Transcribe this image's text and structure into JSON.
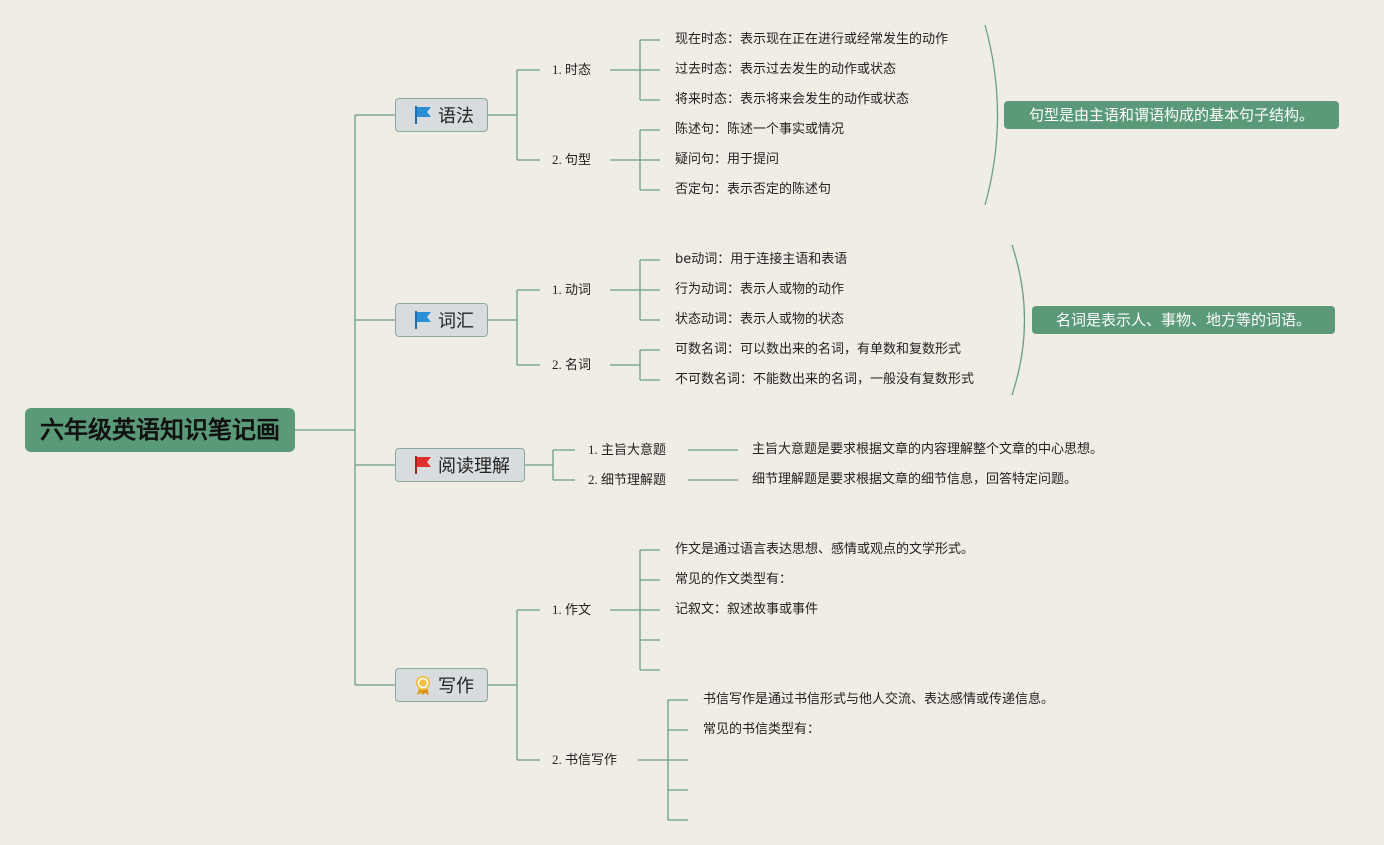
{
  "root": {
    "title": "六年级英语知识笔记画"
  },
  "topics": {
    "grammar": {
      "label": "语法",
      "icon": "blue-flag-icon"
    },
    "vocab": {
      "label": "词汇",
      "icon": "blue-flag-icon"
    },
    "reading": {
      "label": "阅读理解",
      "icon": "red-flag-icon"
    },
    "writing": {
      "label": "写作",
      "icon": "award-ribbon-icon"
    }
  },
  "subs": {
    "tense": "1. 时态",
    "sentence": "2. 句型",
    "verb": "1. 动词",
    "noun": "2. 名词",
    "main_idea": "1. 主旨大意题",
    "detail": "2. 细节理解题",
    "essay": "1. 作文",
    "letter": "2. 书信写作"
  },
  "leaves": {
    "tense": [
      "现在时态：表示现在正在进行或经常发生的动作",
      "过去时态：表示过去发生的动作或状态",
      "将来时态：表示将来会发生的动作或状态"
    ],
    "sentence": [
      "陈述句：陈述一个事实或情况",
      "疑问句：用于提问",
      "否定句：表示否定的陈述句"
    ],
    "verb": [
      "be动词：用于连接主语和表语",
      "行为动词：表示人或物的动作",
      "状态动词：表示人或物的状态"
    ],
    "noun": [
      "可数名词：可以数出来的名词，有单数和复数形式",
      "不可数名词：不能数出来的名词，一般没有复数形式"
    ],
    "main_idea": [
      "主旨大意题是要求根据文章的内容理解整个文章的中心思想。"
    ],
    "detail": [
      "细节理解题是要求根据文章的细节信息，回答特定问题。"
    ],
    "essay": [
      "作文是通过语言表达思想、感情或观点的文学形式。",
      "常见的作文类型有：",
      "记叙文：叙述故事或事件",
      "",
      ""
    ],
    "letter": [
      "书信写作是通过书信形式与他人交流、表达感情或传递信息。",
      "常见的书信类型有：",
      "",
      "",
      ""
    ]
  },
  "summaries": {
    "grammar": "句型是由主语和谓语构成的基本句子结构。",
    "vocab": "名词是表示人、事物、地方等的词语。"
  },
  "colors": {
    "background": "#f0ede4",
    "root_fill": "#5a9a78",
    "line": "#6a9e88",
    "topic_fill": "#d9dcde"
  }
}
